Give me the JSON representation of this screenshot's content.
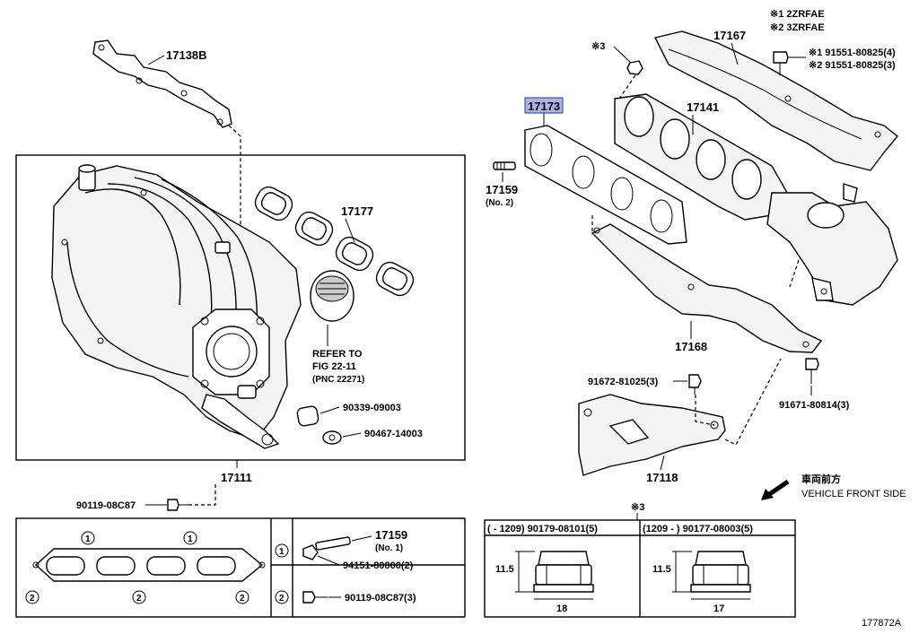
{
  "notes": {
    "note1": "※1 2ZRFAE",
    "note2": "※2 3ZRFAE",
    "mark3": "※3"
  },
  "parts": {
    "p17138B": "17138B",
    "p17177": "17177",
    "p17111": "17111",
    "p90119_main": "90119-08C87",
    "p90339": "90339-09003",
    "p90467": "90467-14003",
    "refer1": "REFER TO",
    "refer2": "FIG 22-11",
    "refer3": "(PNC 22271)",
    "p17173": "17173",
    "p17159_a": "17159",
    "p17159_a_sub": "(No. 2)",
    "p17167": "17167",
    "p91551_1": "※1 91551-80825(4)",
    "p91551_2": "※2 91551-80825(3)",
    "p17141": "17141",
    "p17168": "17168",
    "p91672": "91672-81025(3)",
    "p91671": "91671-80814(3)",
    "p17118": "17118",
    "front_jp": "車両前方",
    "front_en": "VEHICLE FRONT SIDE",
    "p17159_b": "17159",
    "p17159_b_sub": "(No. 1)",
    "p94151": "94151-80800(2)",
    "p90119_sub": "90119-08C87(3)",
    "c1": "1",
    "c2": "2",
    "hdr_left": "(     - 1209) 90179-08101(5)",
    "hdr_right": "(1209 -     ) 90177-08003(5)",
    "dim_h_left": "11.5",
    "dim_w_left": "18",
    "dim_h_right": "11.5",
    "dim_w_right": "17",
    "fig_code": "177872A"
  },
  "colors": {
    "highlight": "#aab4e6",
    "line": "#000000"
  }
}
